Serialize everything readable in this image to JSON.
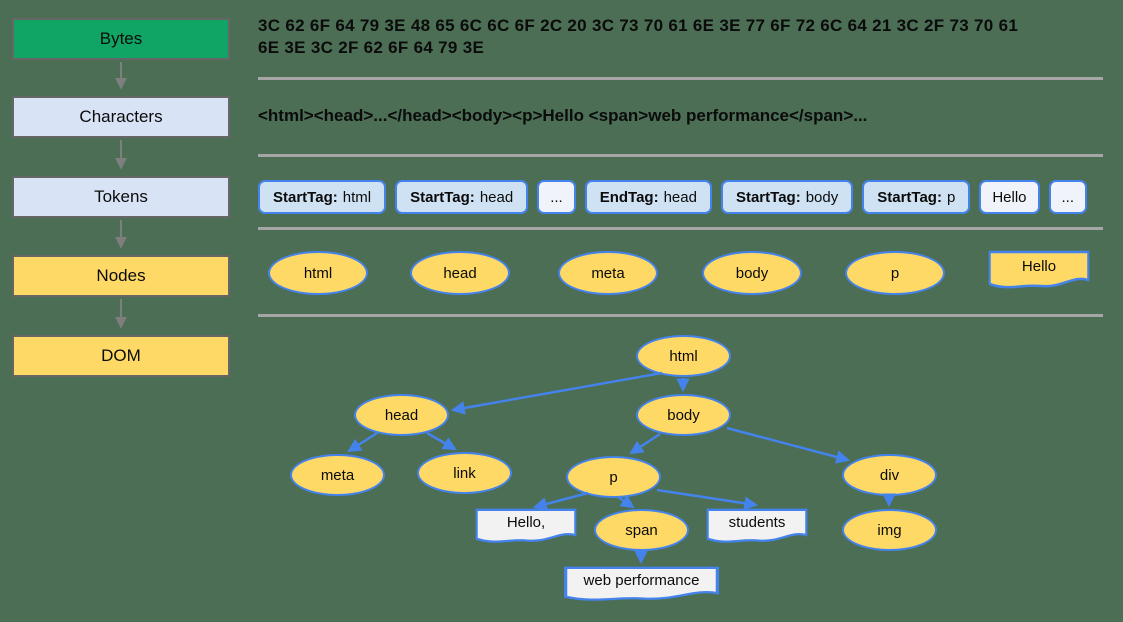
{
  "colors": {
    "background": "#4B6E54",
    "green": "#10A564",
    "light_blue": "#D8E4F5",
    "yellow": "#FFD966",
    "token_fill": "#CFE2F3",
    "token_light_fill": "#F0F4FA",
    "blue_border": "#4583EC",
    "gray_border": "#666666",
    "gray_arrow": "#7F7F7F",
    "divider": "#A6A6A6",
    "white_flag": "#F2F2F2",
    "text": "#0B0B0B"
  },
  "pipeline": {
    "stages": [
      {
        "label": "Bytes"
      },
      {
        "label": "Characters"
      },
      {
        "label": "Tokens"
      },
      {
        "label": "Nodes"
      },
      {
        "label": "DOM"
      }
    ]
  },
  "bytes_row": {
    "lines": [
      "3C 62 6F 64 79 3E 48 65 6C 6C 6F 2C 20 3C 73 70 61 6E 3E 77 6F 72 6C 64 21 3C 2F 73 70 61",
      "6E 3E 3C 2F 62 6F 64 79 3E"
    ]
  },
  "characters_row": {
    "text": "<html><head>...</head><body><p>Hello <span>web performance</span>..."
  },
  "tokens_row": {
    "items": [
      {
        "prefix": "StartTag:",
        "value": "html"
      },
      {
        "prefix": "StartTag:",
        "value": "head"
      },
      {
        "prefix": "",
        "value": "..."
      },
      {
        "prefix": "EndTag:",
        "value": "head"
      },
      {
        "prefix": "StartTag:",
        "value": "body"
      },
      {
        "prefix": "StartTag:",
        "value": "p"
      },
      {
        "prefix": "",
        "value": "Hello"
      },
      {
        "prefix": "",
        "value": "..."
      }
    ]
  },
  "nodes_row": {
    "items": [
      "html",
      "head",
      "meta",
      "body",
      "p"
    ],
    "text_node": "Hello"
  },
  "dom_tree": {
    "labels": {
      "html": "html",
      "head": "head",
      "body": "body",
      "meta": "meta",
      "link": "link",
      "p": "p",
      "div": "div",
      "span": "span",
      "img": "img"
    },
    "text_nodes": {
      "hello": "Hello,",
      "students": "students",
      "web_performance": "web performance"
    }
  }
}
